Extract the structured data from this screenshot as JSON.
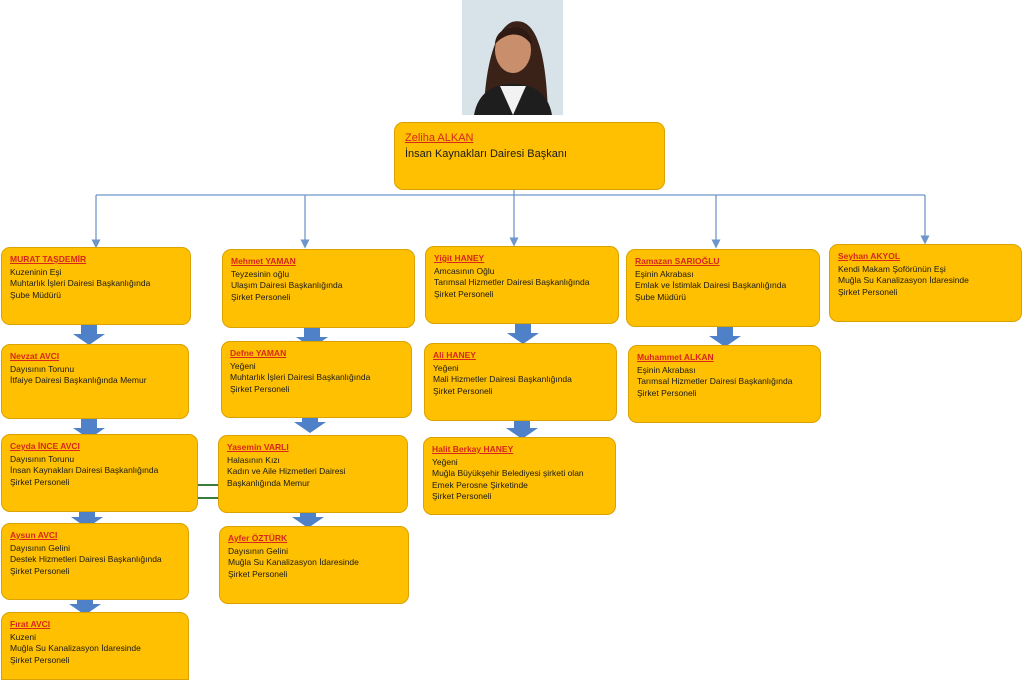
{
  "colors": {
    "box": "#fec000",
    "name": "#d8261c",
    "connector": "#6f96cb",
    "arrow": "#4f81c9"
  },
  "photo": {
    "icon": "portrait-photo"
  },
  "root": {
    "name": "Zeliha ALKAN",
    "lines": [
      "İnsan Kaynakları Dairesi Başkanı"
    ]
  },
  "columns": [
    [
      {
        "name": "MURAT TAŞDEMİR",
        "lines": [
          "Kuzeninin Eşi",
          "Muhtarlık İşleri Dairesi Başkanlığında",
          "Şube Müdürü"
        ]
      },
      {
        "name": "Nevzat AVCI",
        "lines": [
          "Dayısının Torunu",
          "İtfaiye Dairesi Başkanlığında Memur"
        ]
      },
      {
        "name": "Ceyda İNCE AVCI",
        "lines": [
          "Dayısının Torunu",
          "İnsan Kaynakları Dairesi Başkanlığında",
          "Şirket Personeli"
        ]
      },
      {
        "name": "Aysun AVCI",
        "lines": [
          "Dayısının Gelini",
          "Destek Hizmetleri Dairesi Başkanlığında",
          "Şirket Personeli"
        ]
      },
      {
        "name": "Fırat AVCI",
        "lines": [
          "Kuzeni",
          "Muğla Su Kanalizasyon İdaresinde",
          "Şirket Personeli"
        ]
      }
    ],
    [
      {
        "name": "Mehmet YAMAN",
        "lines": [
          "Teyzesinin oğlu",
          "Ulaşım Dairesi Başkanlığında",
          "Şirket Personeli"
        ]
      },
      {
        "name": "Defne YAMAN",
        "lines": [
          "Yeğeni",
          "Muhtarlık İşleri Dairesi Başkanlığında",
          "Şirket Personeli"
        ]
      },
      {
        "name": "Yasemin VARLI",
        "lines": [
          "Halasının Kızı",
          "Kadın ve Aile Hizmetleri Dairesi",
          "Başkanlığında Memur"
        ]
      },
      {
        "name": "Ayfer ÖZTÜRK",
        "lines": [
          "Dayısının Gelini",
          "Muğla Su Kanalizasyon İdaresinde",
          "Şirket Personeli"
        ]
      }
    ],
    [
      {
        "name": "Yiğit HANEY",
        "lines": [
          "Amcasının Oğlu",
          "Tarımsal  Hizmetler Dairesi Başkanlığında",
          "Şirket Personeli"
        ]
      },
      {
        "name": "Ali HANEY",
        "lines": [
          "Yeğeni",
          "Mali Hizmetler Dairesi Başkanlığında",
          "Şirket Personeli"
        ]
      },
      {
        "name": "Halit Berkay HANEY",
        "lines": [
          "Yeğeni",
          "Muğla Büyükşehir Belediyesi şirketi olan",
          "Emek Perosne Şirketinde",
          "Şirket Personeli"
        ]
      }
    ],
    [
      {
        "name": "Ramazan SARIOĞLU",
        "lines": [
          "Eşinin Akrabası",
          "Emlak ve İstimlak Dairesi Başkanlığında",
          "Şube Müdürü"
        ]
      },
      {
        "name": "Muhammet ALKAN",
        "lines": [
          "Eşinin Akrabası",
          "Tarımsal Hizmetler Dairesi Başkanlığında",
          "Şirket Personeli"
        ]
      }
    ],
    [
      {
        "name": "Seyhan AKYOL",
        "lines": [
          "Kendi Makam Şoförünün Eşi",
          "Muğla Su Kanalizasyon İdaresinde",
          "Şirket Personeli"
        ]
      }
    ]
  ]
}
